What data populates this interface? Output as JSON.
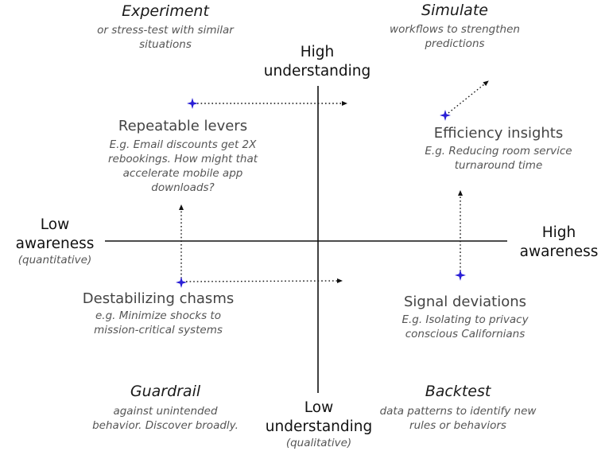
{
  "corners": {
    "experiment": {
      "title": "Experiment",
      "desc": [
        "or stress-test with similar",
        "situations"
      ]
    },
    "simulate": {
      "title": "Simulate",
      "desc": [
        "workflows to strengthen",
        "predictions"
      ]
    },
    "guardrail": {
      "title": "Guardrail",
      "desc": [
        "against unintended",
        "behavior. Discover broadly."
      ]
    },
    "backtest": {
      "title": "Backtest",
      "desc": [
        "data patterns to identify new",
        "rules or behaviors"
      ]
    }
  },
  "axes": {
    "top": {
      "label": [
        "High",
        "understanding"
      ]
    },
    "bottom": {
      "label": [
        "Low",
        "understanding"
      ],
      "sub": "(qualitative)"
    },
    "left": {
      "label": [
        "Low",
        "awareness"
      ],
      "sub": "(quantitative)"
    },
    "right": {
      "label": [
        "High",
        "awareness"
      ]
    }
  },
  "quadrants": {
    "repeatable": {
      "title": "Repeatable levers",
      "desc": [
        "E.g. Email discounts get 2X",
        "rebookings. How might that",
        "accelerate mobile app",
        "downloads?"
      ]
    },
    "efficiency": {
      "title": "Efficiency insights",
      "desc": [
        "E.g. Reducing room service",
        "turnaround time"
      ]
    },
    "destabilizing": {
      "title": "Destabilizing chasms",
      "desc": [
        "e.g. Minimize shocks to",
        "mission-critical systems"
      ]
    },
    "signal": {
      "title": "Signal deviations",
      "desc": [
        "E.g. Isolating to privacy",
        "conscious Californians"
      ]
    }
  },
  "colors": {
    "marker": "#2a1fd6",
    "axis": "#111111",
    "arrow": "#111111"
  },
  "marker_icon": "four-point-star-icon"
}
